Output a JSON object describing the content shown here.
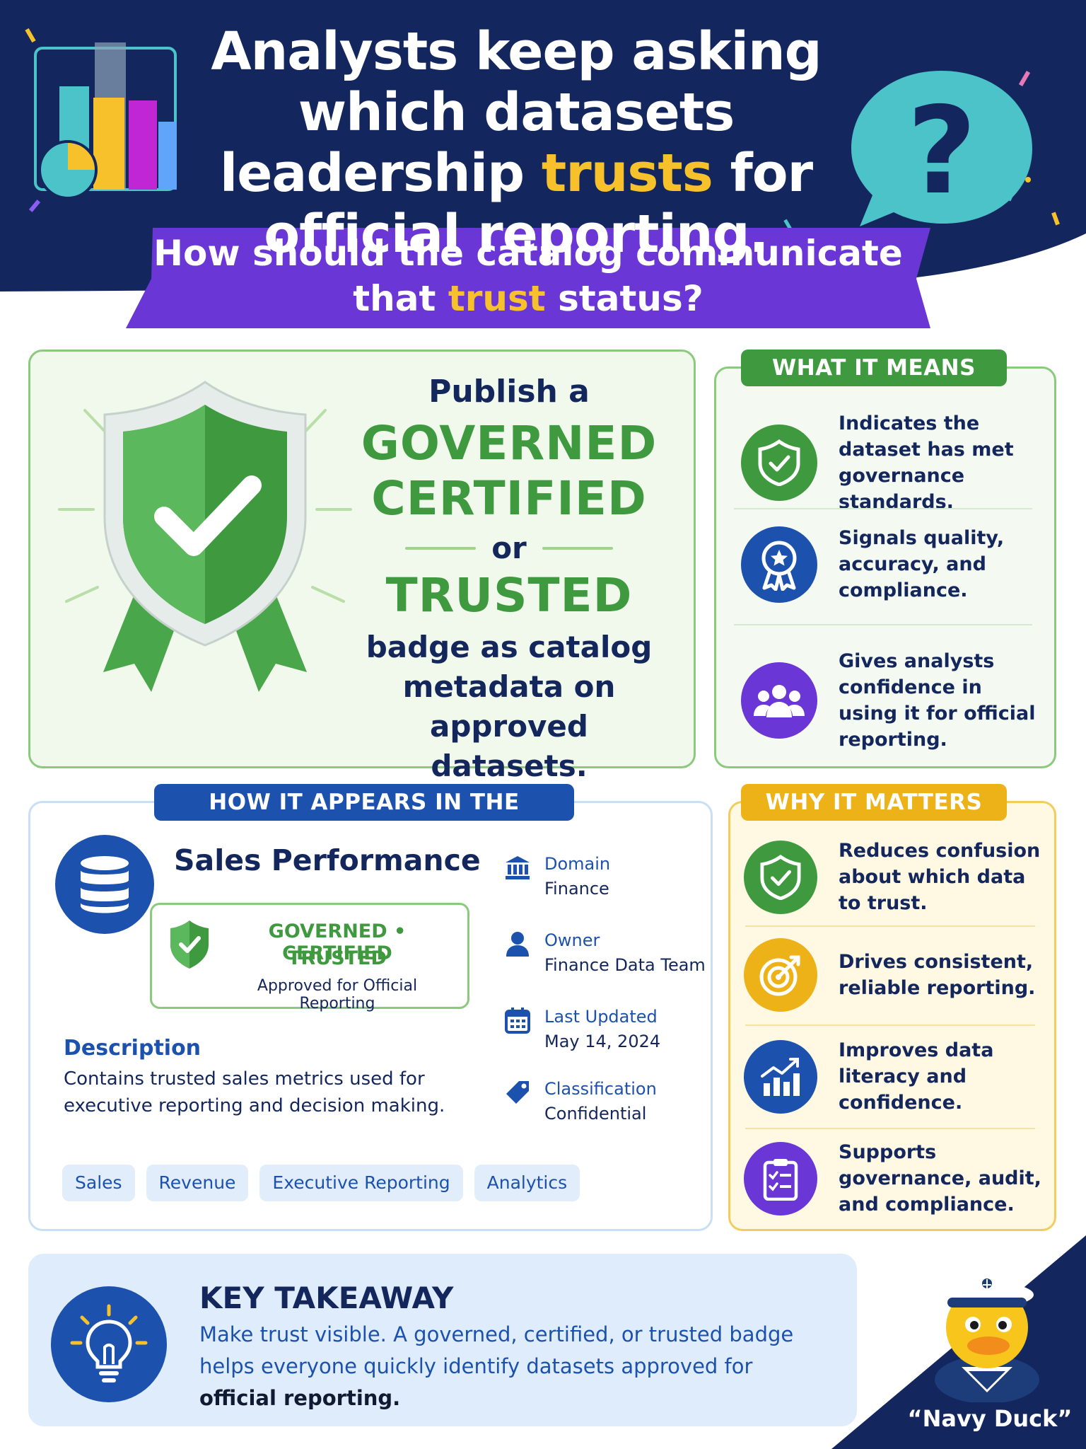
{
  "header": {
    "headline_pre": "Analysts keep asking which datasets leadership",
    "headline_highlight": "trusts",
    "headline_post": "for official reporting.",
    "question_pre": "How should the catalog communicate that",
    "question_highlight": "trust",
    "question_post": "status?"
  },
  "publish": {
    "line1": "Publish a",
    "badge1": "GOVERNED",
    "badge2": "CERTIFIED",
    "or": "or",
    "badge3": "TRUSTED",
    "rest": "badge as catalog metadata on approved datasets."
  },
  "what_it_means": {
    "title": "WHAT IT MEANS",
    "items": [
      {
        "icon": "shield-check-icon",
        "text": "Indicates the dataset has met governance standards."
      },
      {
        "icon": "award-ribbon-icon",
        "text": "Signals quality, accuracy, and compliance."
      },
      {
        "icon": "users-group-icon",
        "text": "Gives analysts confidence in using it for official reporting."
      }
    ]
  },
  "catalog": {
    "title": "HOW IT APPEARS IN THE CATALOG",
    "dataset_name": "Sales Performance",
    "badge_line1": "GOVERNED • CERTIFIED",
    "badge_line2": "TRUSTED",
    "badge_line3": "Approved for Official Reporting",
    "description_label": "Description",
    "description": "Contains trusted sales metrics used for executive reporting and decision making.",
    "meta": [
      {
        "icon": "bank-icon",
        "label": "Domain",
        "value": "Finance"
      },
      {
        "icon": "user-icon",
        "label": "Owner",
        "value": "Finance Data Team"
      },
      {
        "icon": "calendar-icon",
        "label": "Last Updated",
        "value": "May 14, 2024"
      },
      {
        "icon": "tag-icon",
        "label": "Classification",
        "value": "Confidential"
      }
    ],
    "tags": [
      "Sales",
      "Revenue",
      "Executive Reporting",
      "Analytics"
    ]
  },
  "why_it_matters": {
    "title": "WHY IT MATTERS",
    "items": [
      {
        "icon": "shield-check-icon",
        "text": "Reduces confusion about which data to trust."
      },
      {
        "icon": "target-icon",
        "text": "Drives consistent, reliable reporting."
      },
      {
        "icon": "growth-chart-icon",
        "text": "Improves data literacy and confidence."
      },
      {
        "icon": "clipboard-checklist-icon",
        "text": "Supports governance, audit, and compliance."
      }
    ]
  },
  "takeaway": {
    "title": "KEY TAKEAWAY",
    "text": "Make trust visible. A governed, certified, or trusted badge helps everyone quickly identify datasets approved for",
    "text_bold": "official reporting."
  },
  "mascot": {
    "label": "“Navy Duck”"
  },
  "colors": {
    "navy": "#13275e",
    "green": "#3f9a3f",
    "blue": "#1c52ad",
    "purple": "#6a36d6",
    "gold": "#eeb219",
    "teal": "#4cc3c8"
  }
}
